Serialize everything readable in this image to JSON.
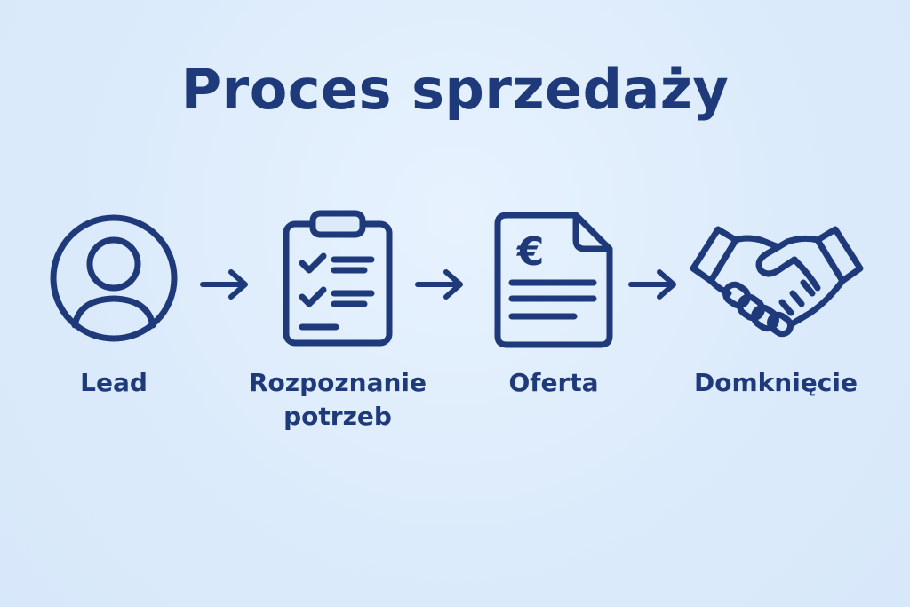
{
  "title": "Proces sprzedaży",
  "colors": {
    "background": "#dcebfb",
    "primary": "#1e3a7a"
  },
  "steps": [
    {
      "label": "Lead",
      "icon": "user-icon"
    },
    {
      "label_line1": "Rozpoznanie",
      "label_line2": "potrzeb",
      "icon": "checklist-icon"
    },
    {
      "label": "Oferta",
      "icon": "offer-document-icon",
      "symbol": "€"
    },
    {
      "label": "Domknięcie",
      "icon": "handshake-icon"
    }
  ],
  "arrows": [
    {
      "from": "Lead",
      "to": "Rozpoznanie potrzeb"
    },
    {
      "from": "Rozpoznanie potrzeb",
      "to": "Oferta"
    },
    {
      "from": "Oferta",
      "to": "Domknięcie"
    }
  ]
}
